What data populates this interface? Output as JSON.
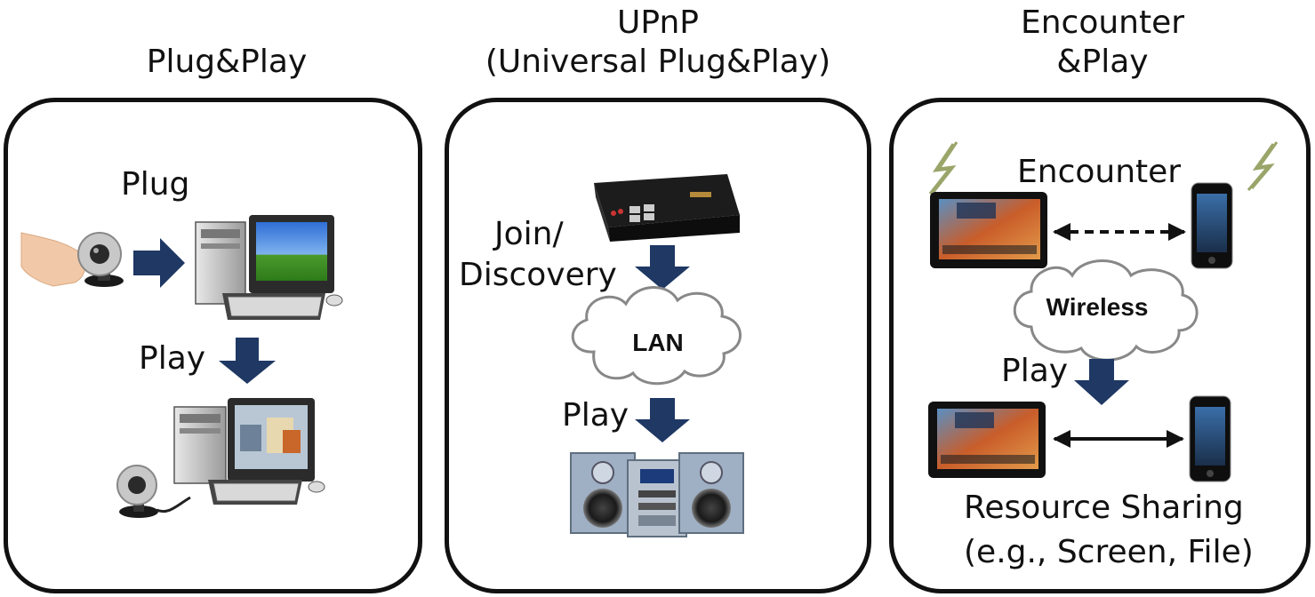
{
  "panels": [
    {
      "title_lines": [
        "Plug&Play"
      ],
      "labels": {
        "plug": "Plug",
        "play": "Play"
      }
    },
    {
      "title_lines": [
        "UPnP",
        "(Universal Plug&Play)"
      ],
      "labels": {
        "join": "Join/",
        "discovery": "Discovery",
        "play": "Play",
        "cloud": "LAN"
      }
    },
    {
      "title_lines": [
        "Encounter",
        "&Play"
      ],
      "labels": {
        "encounter": "Encounter",
        "cloud": "Wireless",
        "play": "Play",
        "sharing_line1": "Resource Sharing",
        "sharing_line2": "(e.g., Screen, File)"
      }
    }
  ],
  "colors": {
    "arrow": "#1f3864",
    "border": "#111111",
    "cloud_fill": "#ffffff"
  }
}
